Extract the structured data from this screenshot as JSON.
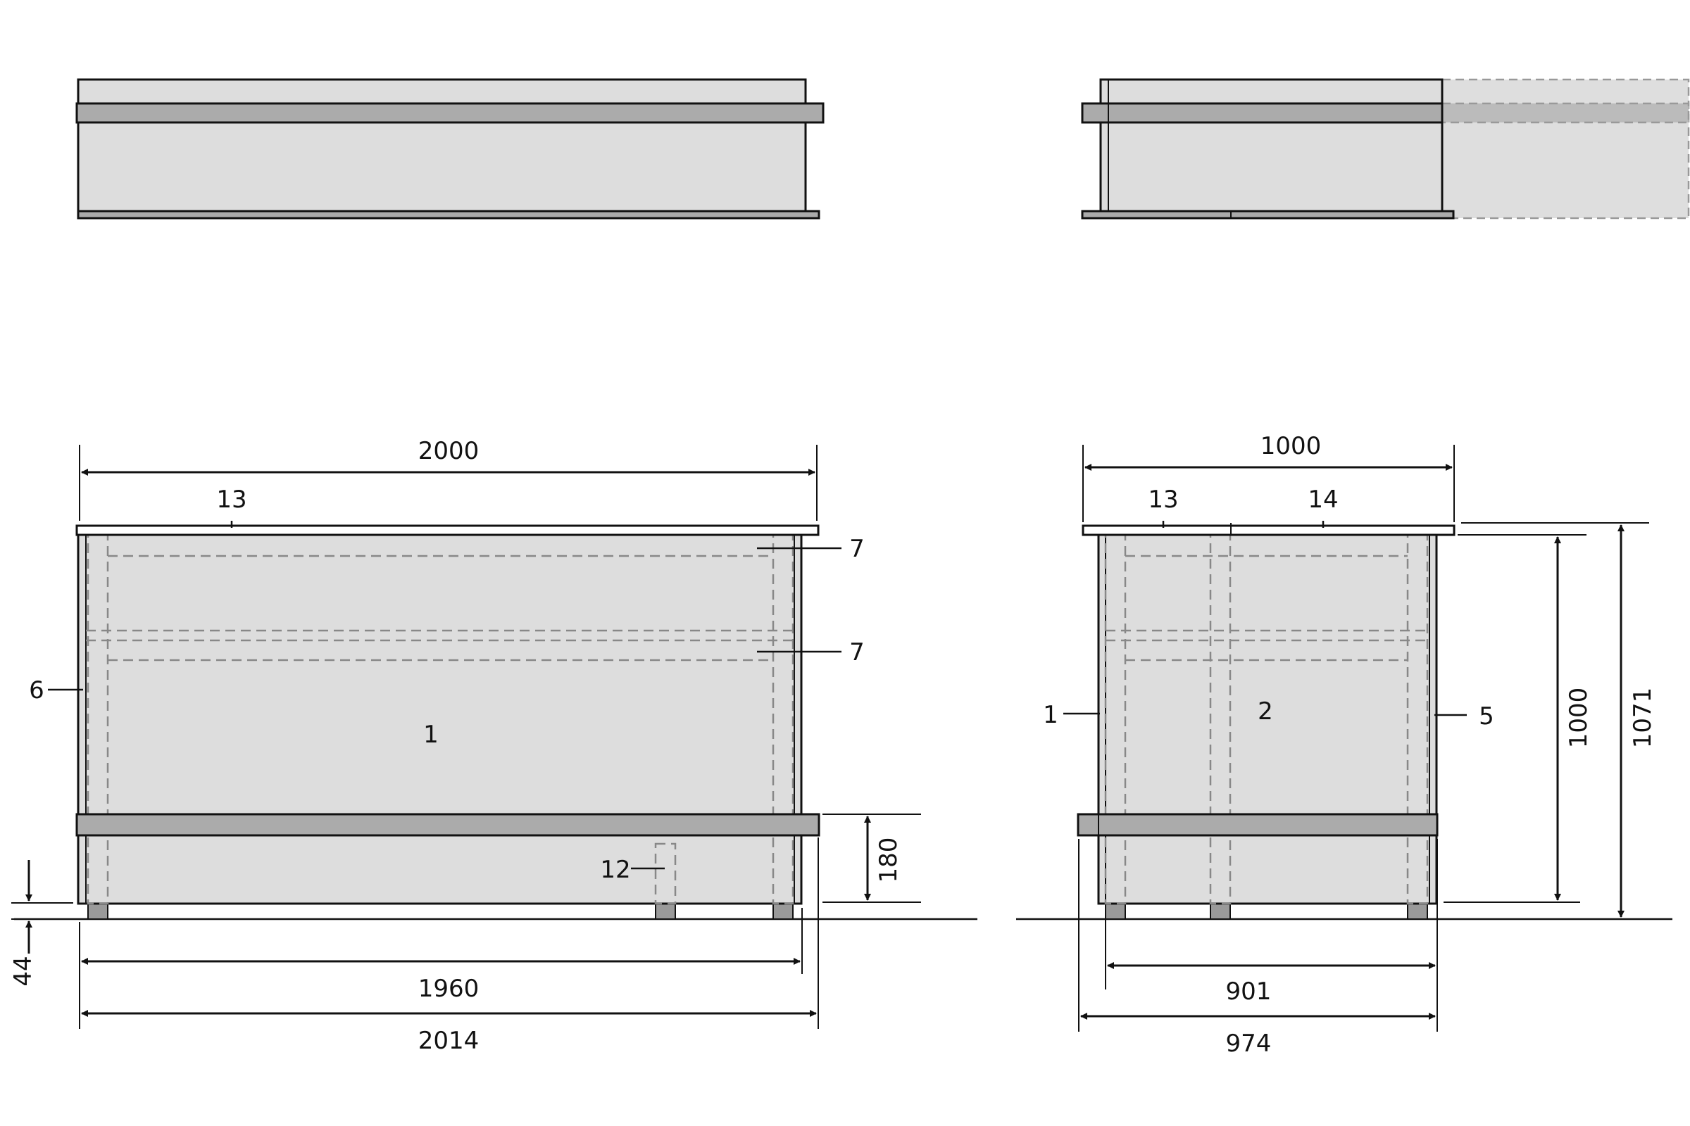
{
  "dimensions": {
    "front_width_top": "2000",
    "front_width_inner": "1960",
    "front_width_total": "2014",
    "front_rail_height": "180",
    "front_foot_height": "44",
    "side_width_top": "1000",
    "side_width_inner": "901",
    "side_width_total": "974",
    "side_body_height": "1000",
    "side_total_height": "1071"
  },
  "parts": {
    "front_panel": "1",
    "side_panel": "2",
    "side_rail": "5",
    "end_panel": "6",
    "upper_brace": "7",
    "lower_brace": "7",
    "inner_post": "12",
    "top_cover_left": "13",
    "top_cover_right": "14",
    "side_left_panel": "1"
  },
  "colors": {
    "panel": "#dddddd",
    "rail": "#ababab",
    "line": "#111111",
    "hidden": "#888888"
  }
}
